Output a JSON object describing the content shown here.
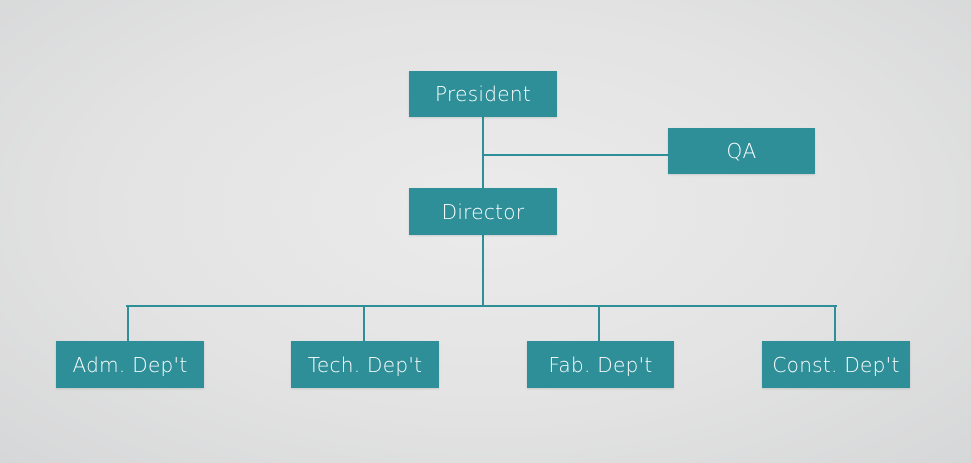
{
  "colors": {
    "box": "#2e8f98",
    "connector": "#2e8f98",
    "text": "#ffffff"
  },
  "org_chart": {
    "president": {
      "label": "President"
    },
    "qa": {
      "label": "QA"
    },
    "director": {
      "label": "Director"
    },
    "departments": [
      {
        "label": "Adm. Dep't"
      },
      {
        "label": "Tech. Dep't"
      },
      {
        "label": "Fab. Dep't"
      },
      {
        "label": "Const. Dep't"
      }
    ]
  }
}
